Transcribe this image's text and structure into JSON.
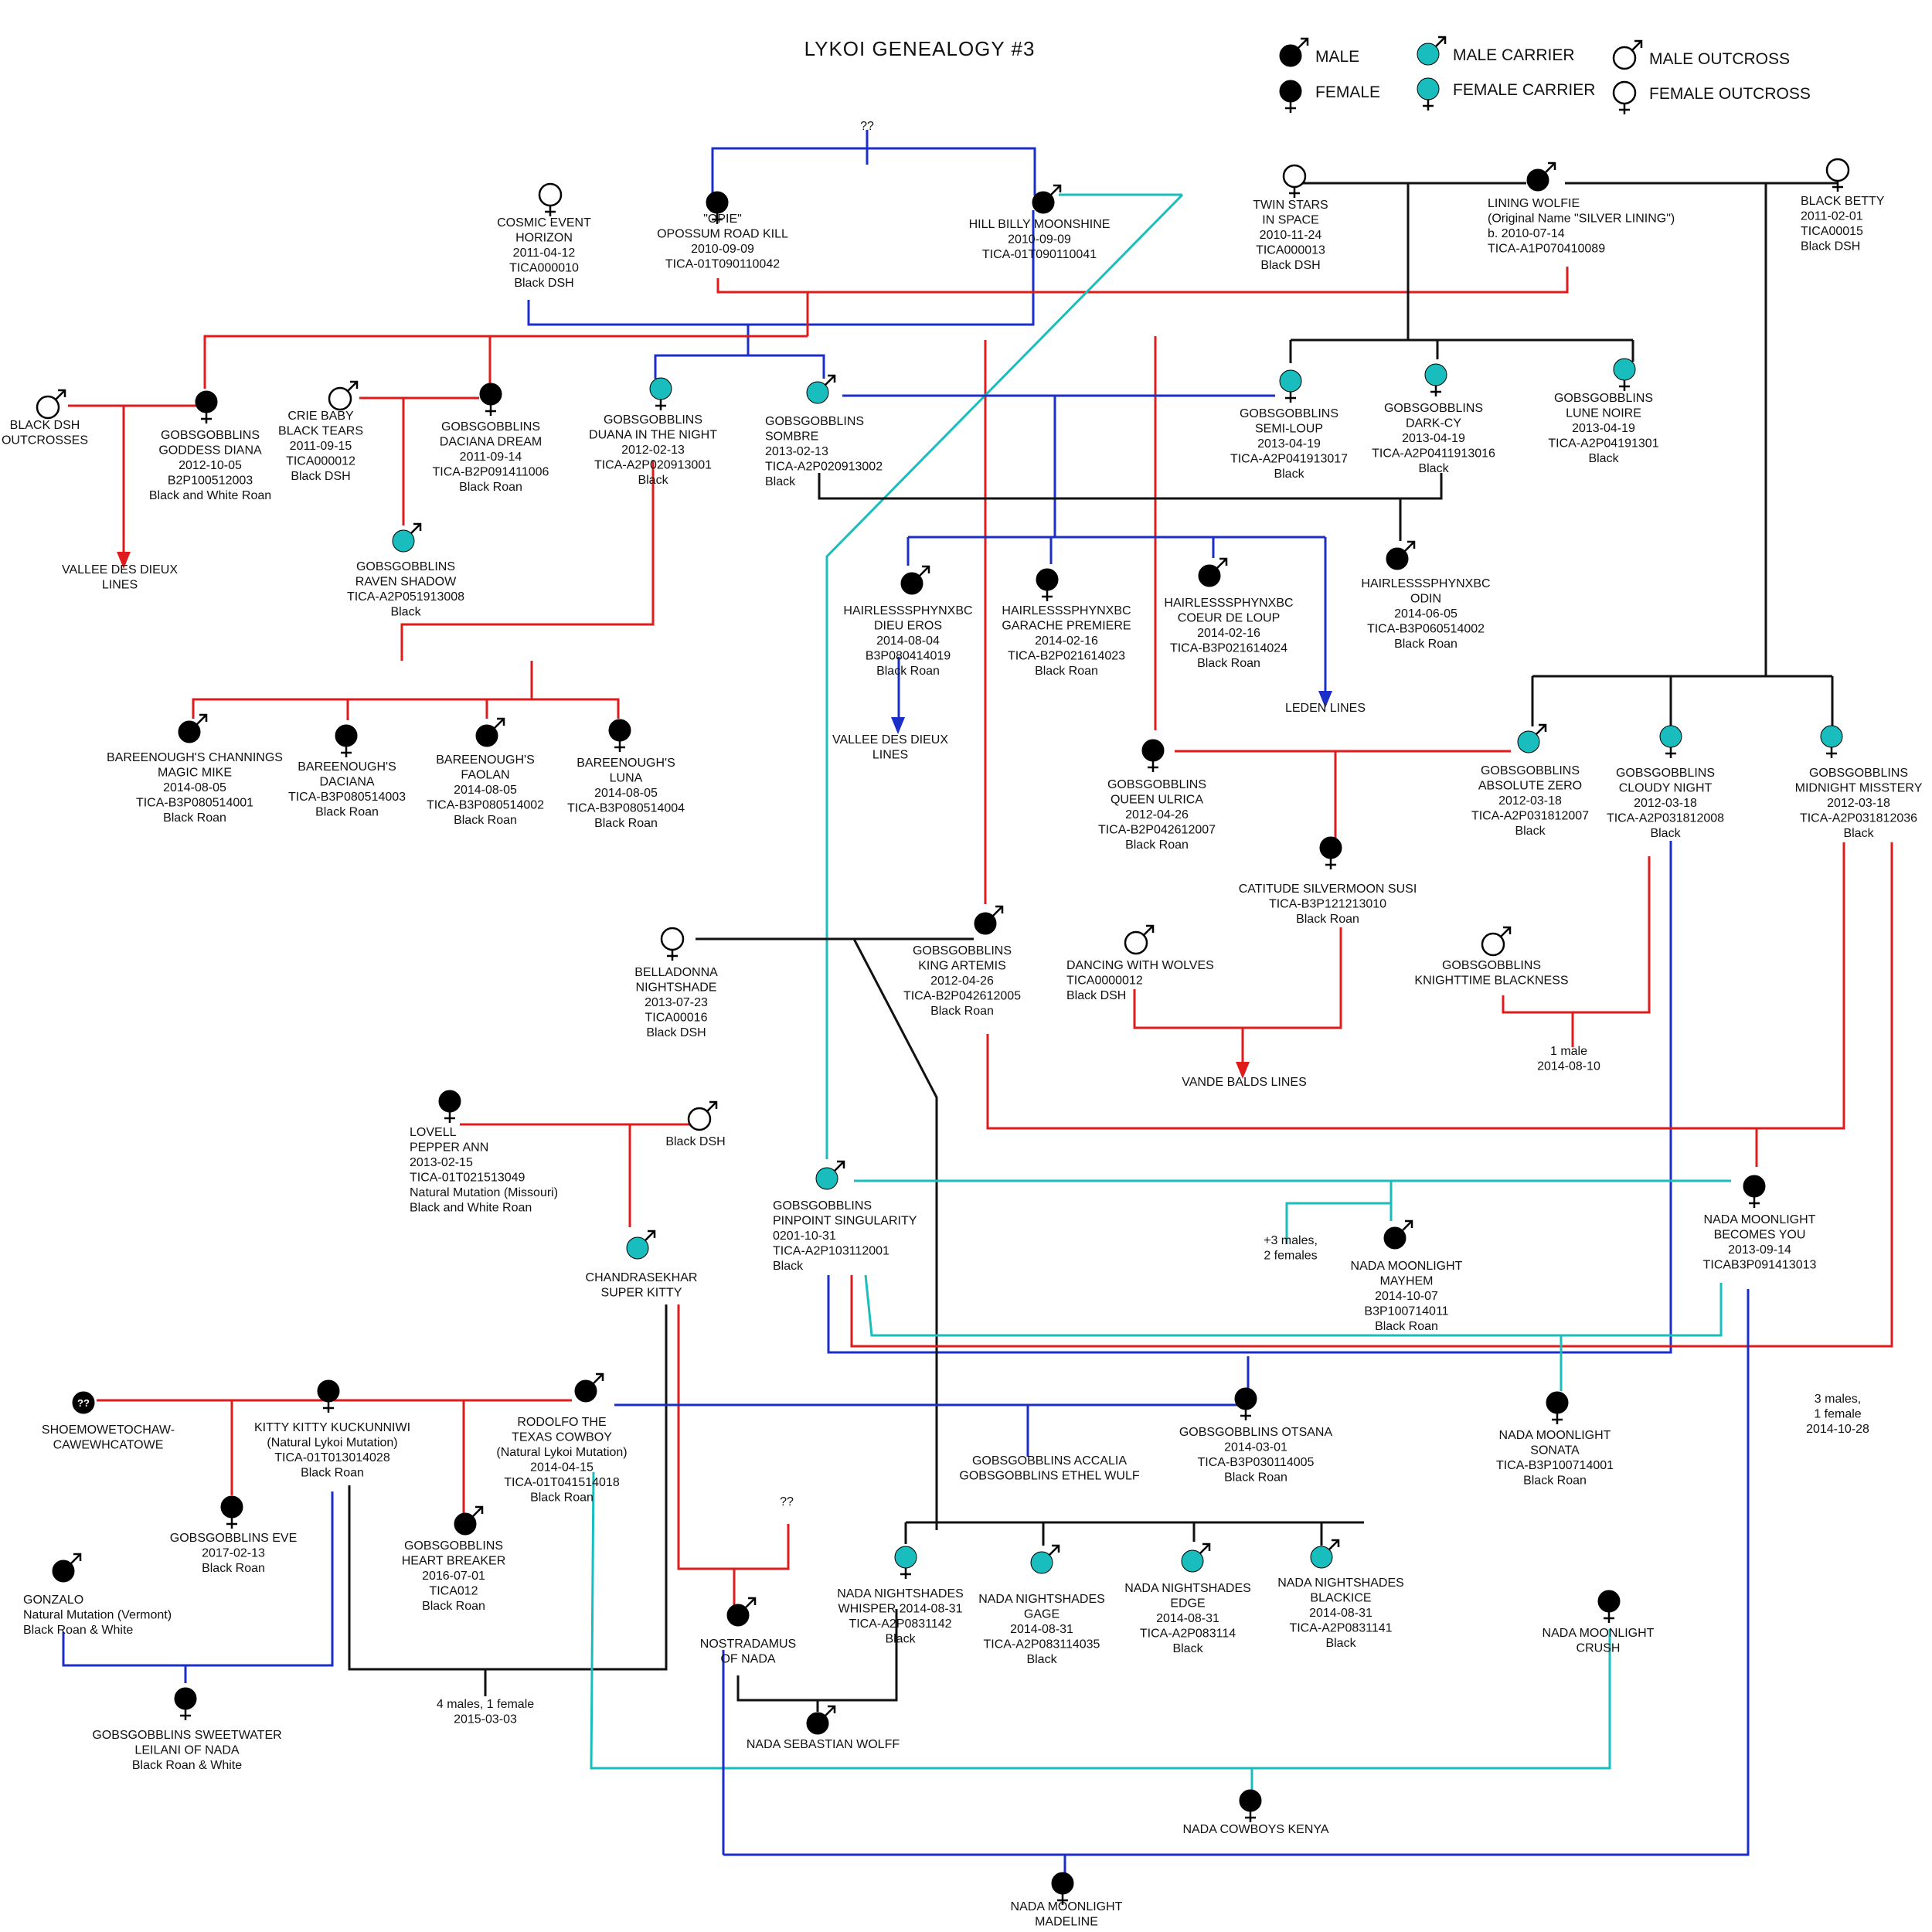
{
  "title": "LYKOI GENEALOGY #3",
  "legend": [
    {
      "id": "male",
      "label": "MALE",
      "sex": "m",
      "fill": "#000000"
    },
    {
      "id": "female",
      "label": "FEMALE",
      "sex": "f",
      "fill": "#000000"
    },
    {
      "id": "male_carrier",
      "label": "MALE  CARRIER",
      "sex": "m",
      "fill": "#1ABDBD"
    },
    {
      "id": "female_carrier",
      "label": "FEMALE CARRIER",
      "sex": "f",
      "fill": "#1ABDBD"
    },
    {
      "id": "male_outcross",
      "label": "MALE  OUTCROSS",
      "sex": "m",
      "fill": "none"
    },
    {
      "id": "female_outcross",
      "label": "FEMALE  OUTCROSS",
      "sex": "f",
      "fill": "none"
    }
  ],
  "colors": {
    "red": "#E01B1B",
    "blue": "#1B2FC8",
    "teal": "#1ABDBD",
    "black": "#111111"
  },
  "nodes": [
    {
      "id": "unk_top",
      "lines": [
        "??"
      ]
    },
    {
      "id": "cosmic",
      "type": "female_outcross",
      "lines": [
        "COSMIC EVENT",
        "HORIZON",
        "2011-04-12",
        "TICA000010",
        "Black DSH"
      ]
    },
    {
      "id": "opie",
      "type": "female",
      "lines": [
        "\"OPIE\"",
        "OPOSSUM ROAD KILL",
        "2010-09-09",
        "TICA-01T090110042"
      ]
    },
    {
      "id": "hillbilly",
      "type": "male",
      "lines": [
        "HILL BILLY MOONSHINE",
        "2010-09-09",
        "TICA-01T090110041"
      ]
    },
    {
      "id": "twinstars",
      "type": "female_outcross",
      "lines": [
        "TWIN STARS",
        "IN SPACE",
        "2010-11-24",
        "TICA000013",
        "Black DSH"
      ]
    },
    {
      "id": "wolfie",
      "type": "male",
      "lines": [
        "LINING WOLFIE",
        "(Original Name \"SILVER LINING\")",
        "b. 2010-07-14",
        "TICA-A1P070410089"
      ]
    },
    {
      "id": "blackbetty",
      "type": "female_outcross",
      "lines": [
        "BLACK BETTY",
        "2011-02-01",
        "TICA00015",
        "Black DSH"
      ]
    },
    {
      "id": "bdsh_out",
      "type": "male_outcross",
      "lines": [
        "BLACK DSH",
        "OUTCROSSES"
      ]
    },
    {
      "id": "diana",
      "type": "female",
      "lines": [
        "GOBSGOBBLINS",
        "GODDESS DIANA",
        "2012-10-05",
        "B2P100512003",
        "Black and White Roan"
      ]
    },
    {
      "id": "criebaby",
      "type": "male_outcross",
      "lines": [
        "CRIE BABY",
        "BLACK TEARS",
        "2011-09-15",
        "TICA000012",
        "Black DSH"
      ]
    },
    {
      "id": "daciana",
      "type": "female",
      "lines": [
        "GOBSGOBBLINS",
        "DACIANA DREAM",
        "2011-09-14",
        "TICA-B2P091411006",
        "Black Roan"
      ]
    },
    {
      "id": "duana",
      "type": "female_carrier",
      "lines": [
        "GOBSGOBBLINS",
        "DUANA IN THE NIGHT",
        "2012-02-13",
        "TICA-A2P020913001",
        "Black"
      ]
    },
    {
      "id": "sombre",
      "type": "male_carrier",
      "lines": [
        "GOBSGOBBLINS",
        "SOMBRE",
        "2013-02-13",
        "TICA-A2P020913002",
        "Black"
      ]
    },
    {
      "id": "semiloup",
      "type": "female_carrier",
      "lines": [
        "GOBSGOBBLINS",
        "SEMI-LOUP",
        "2013-04-19",
        "TICA-A2P041913017",
        "Black"
      ]
    },
    {
      "id": "darkcy",
      "type": "female_carrier",
      "lines": [
        "GOBSGOBBLINS",
        "DARK-CY",
        "2013-04-19",
        "TICA-A2P0411913016",
        "Black"
      ]
    },
    {
      "id": "lunenoire",
      "type": "female_carrier",
      "lines": [
        "GOBSGOBBLINS",
        "LUNE NOIRE",
        "2013-04-19",
        "TICA-A2P04191301",
        "Black"
      ]
    },
    {
      "id": "vallee1",
      "lines": [
        "VALLEE DES DIEUX",
        "LINES"
      ]
    },
    {
      "id": "raven",
      "type": "male_carrier",
      "lines": [
        "GOBSGOBBLINS",
        "RAVEN SHADOW",
        "TICA-A2P051913008",
        "Black"
      ]
    },
    {
      "id": "dieueros",
      "type": "male",
      "lines": [
        "HAIRLESSSPHYNXBC",
        "DIEU EROS",
        "2014-08-04",
        "B3P080414019",
        "Black Roan"
      ]
    },
    {
      "id": "garache",
      "type": "female",
      "lines": [
        "HAIRLESSSPHYNXBC",
        "GARACHE PREMIERE",
        "2014-02-16",
        "TICA-B2P021614023",
        "Black Roan"
      ]
    },
    {
      "id": "coeur",
      "type": "male",
      "lines": [
        "HAIRLESSSPHYNXBC",
        "COEUR DE LOUP",
        "2014-02-16",
        "TICA-B3P021614024",
        "Black Roan"
      ]
    },
    {
      "id": "odin",
      "type": "male",
      "lines": [
        "HAIRLESSSPHYNXBC",
        "ODIN",
        "2014-06-05",
        "TICA-B3P060514002",
        "Black Roan"
      ]
    },
    {
      "id": "leden",
      "lines": [
        "LEDEN LINES"
      ]
    },
    {
      "id": "vallee2",
      "lines": [
        "VALLEE DES DIEUX",
        "LINES"
      ]
    },
    {
      "id": "magicmike",
      "type": "male",
      "lines": [
        "BAREENOUGH'S CHANNINGS",
        "MAGIC MIKE",
        "2014-08-05",
        "TICA-B3P080514001",
        "Black Roan"
      ]
    },
    {
      "id": "bdaciana",
      "type": "female",
      "lines": [
        "BAREENOUGH'S",
        "DACIANA",
        "TICA-B3P080514003",
        "Black Roan"
      ]
    },
    {
      "id": "faolan",
      "type": "male",
      "lines": [
        "BAREENOUGH'S",
        "FAOLAN",
        "2014-08-05",
        "TICA-B3P080514002",
        "Black Roan"
      ]
    },
    {
      "id": "luna",
      "type": "female",
      "lines": [
        "BAREENOUGH'S",
        "LUNA",
        "2014-08-05",
        "TICA-B3P080514004",
        "Black Roan"
      ]
    },
    {
      "id": "ulrica",
      "type": "female",
      "lines": [
        "GOBSGOBBLINS",
        "QUEEN ULRICA",
        "2012-04-26",
        "TICA-B2P042612007",
        "Black Roan"
      ]
    },
    {
      "id": "absolute",
      "type": "male_carrier",
      "lines": [
        "GOBSGOBBLINS",
        "ABSOLUTE ZERO",
        "2012-03-18",
        "TICA-A2P031812007",
        "Black"
      ]
    },
    {
      "id": "cloudy",
      "type": "female_carrier",
      "lines": [
        "GOBSGOBBLINS",
        "CLOUDY NIGHT",
        "2012-03-18",
        "TICA-A2P031812008",
        "Black"
      ]
    },
    {
      "id": "midnight",
      "type": "female_carrier",
      "lines": [
        "GOBSGOBBLINS",
        "MIDNIGHT MISSTERY",
        "2012-03-18",
        "TICA-A2P031812036",
        "Black"
      ]
    },
    {
      "id": "catitude",
      "type": "female",
      "lines": [
        "CATITUDE SILVERMOON SUSI",
        "TICA-B3P121213010",
        "Black Roan"
      ]
    },
    {
      "id": "belladonna",
      "type": "female_outcross",
      "lines": [
        "BELLADONNA",
        "NIGHTSHADE",
        "2013-07-23",
        "TICA00016",
        "Black DSH"
      ]
    },
    {
      "id": "artemis",
      "type": "male",
      "lines": [
        "GOBSGOBBLINS",
        "KING ARTEMIS",
        "2012-04-26",
        "TICA-B2P042612005",
        "Black Roan"
      ]
    },
    {
      "id": "dancing",
      "type": "male_outcross",
      "lines": [
        "DANCING WITH WOLVES",
        "TICA0000012",
        "Black DSH"
      ]
    },
    {
      "id": "knighttime",
      "type": "male_outcross",
      "lines": [
        "GOBSGOBBLINS",
        "KNIGHTTIME BLACKNESS"
      ]
    },
    {
      "id": "onemale",
      "lines": [
        "1 male",
        "2014-08-10"
      ]
    },
    {
      "id": "vandebalds",
      "lines": [
        "VANDE BALDS LINES"
      ]
    },
    {
      "id": "lovell",
      "type": "female",
      "lines": [
        "LOVELL",
        "PEPPER ANN",
        "2013-02-15",
        "TICA-01T021513049",
        "Natural Mutation (Missouri)",
        "Black and White Roan"
      ]
    },
    {
      "id": "bdsh_m",
      "type": "male_outcross",
      "lines": [
        "Black DSH"
      ]
    },
    {
      "id": "pinpoint",
      "type": "male_carrier",
      "lines": [
        "GOBSGOBBLINS",
        "PINPOINT SINGULARITY",
        "0201-10-31",
        "TICA-A2P103112001",
        "Black"
      ]
    },
    {
      "id": "becomes",
      "type": "female",
      "lines": [
        "NADA MOONLIGHT",
        "BECOMES YOU",
        "2013-09-14",
        "TICAB3P091413013"
      ]
    },
    {
      "id": "plus3",
      "lines": [
        "+3 males,",
        "2 females"
      ]
    },
    {
      "id": "mayhem",
      "type": "male",
      "lines": [
        "NADA MOONLIGHT",
        "MAYHEM",
        "2014-10-07",
        "B3P100714011",
        "Black Roan"
      ]
    },
    {
      "id": "chandra",
      "type": "male_carrier",
      "lines": [
        "CHANDRASEKHAR",
        "SUPER KITTY"
      ]
    },
    {
      "id": "shoemo",
      "type": "unknown",
      "lines": [
        "SHOEMOWETOCHAW-",
        "CAWEWHCATOWE"
      ]
    },
    {
      "id": "kitty",
      "type": "female",
      "lines": [
        "KITTY KITTY KUCKUNNIWI",
        "(Natural Lykoi Mutation)",
        "TICA-01T013014028",
        "Black Roan"
      ]
    },
    {
      "id": "rodolfo",
      "type": "male",
      "lines": [
        "RODOLFO THE",
        "TEXAS COWBOY",
        "(Natural Lykoi Mutation)",
        "2014-04-15",
        "TICA-01T041514018",
        "Black Roan"
      ]
    },
    {
      "id": "accalia",
      "lines": [
        "GOBSGOBBLINS ACCALIA",
        "GOBSGOBBLINS ETHEL WULF"
      ]
    },
    {
      "id": "otsana",
      "type": "female",
      "lines": [
        "GOBSGOBBLINS OTSANA",
        "2014-03-01",
        "TICA-B3P030114005",
        "Black Roan"
      ]
    },
    {
      "id": "sonata",
      "type": "female",
      "lines": [
        "NADA MOONLIGHT",
        "SONATA",
        "TICA-B3P100714001",
        "Black Roan"
      ]
    },
    {
      "id": "three_m",
      "lines": [
        "3 males,",
        "1 female",
        "2014-10-28"
      ]
    },
    {
      "id": "eve",
      "type": "female",
      "lines": [
        "GOBSGOBBLINS EVE",
        "2017-02-13",
        "Black Roan"
      ]
    },
    {
      "id": "heartbreaker",
      "type": "male",
      "lines": [
        "GOBSGOBBLINS",
        "HEART BREAKER",
        "2016-07-01",
        "TICA012",
        "Black Roan"
      ]
    },
    {
      "id": "unk2",
      "lines": [
        "??"
      ]
    },
    {
      "id": "gonzalo",
      "type": "male",
      "lines": [
        "GONZALO",
        "Natural Mutation  (Vermont)",
        "Black Roan & White"
      ]
    },
    {
      "id": "nostradamus",
      "type": "male",
      "lines": [
        "NOSTRADAMUS",
        "OF NADA"
      ]
    },
    {
      "id": "whisper",
      "type": "female_carrier",
      "lines": [
        "NADA NIGHTSHADES",
        "WHISPER 2014-08-31",
        "TICA-A2P0831142",
        "Black"
      ]
    },
    {
      "id": "gage",
      "type": "male_carrier",
      "lines": [
        "NADA NIGHTSHADES",
        "GAGE",
        "2014-08-31",
        "TICA-A2P083114035",
        "Black"
      ]
    },
    {
      "id": "edge",
      "type": "male_carrier",
      "lines": [
        "NADA NIGHTSHADES",
        "EDGE",
        "2014-08-31",
        "TICA-A2P083114",
        "Black"
      ]
    },
    {
      "id": "blackice",
      "type": "male_carrier",
      "lines": [
        "NADA NIGHTSHADES",
        "BLACKICE",
        "2014-08-31",
        "TICA-A2P0831141",
        "Black"
      ]
    },
    {
      "id": "crush",
      "type": "female",
      "lines": [
        "NADA MOONLIGHT",
        "CRUSH"
      ]
    },
    {
      "id": "four_m",
      "lines": [
        "4 males, 1 female",
        "2015-03-03"
      ]
    },
    {
      "id": "sweetwater",
      "type": "female",
      "lines": [
        "GOBSGOBBLINS SWEETWATER",
        "LEILANI  OF NADA",
        "Black Roan & White"
      ]
    },
    {
      "id": "sebastian",
      "type": "male",
      "lines": [
        "NADA SEBASTIAN WOLFF"
      ]
    },
    {
      "id": "kenya",
      "type": "female",
      "lines": [
        "NADA COWBOYS KENYA"
      ]
    },
    {
      "id": "madeline",
      "type": "female",
      "lines": [
        "NADA MOONLIGHT",
        "MADELINE"
      ]
    }
  ]
}
